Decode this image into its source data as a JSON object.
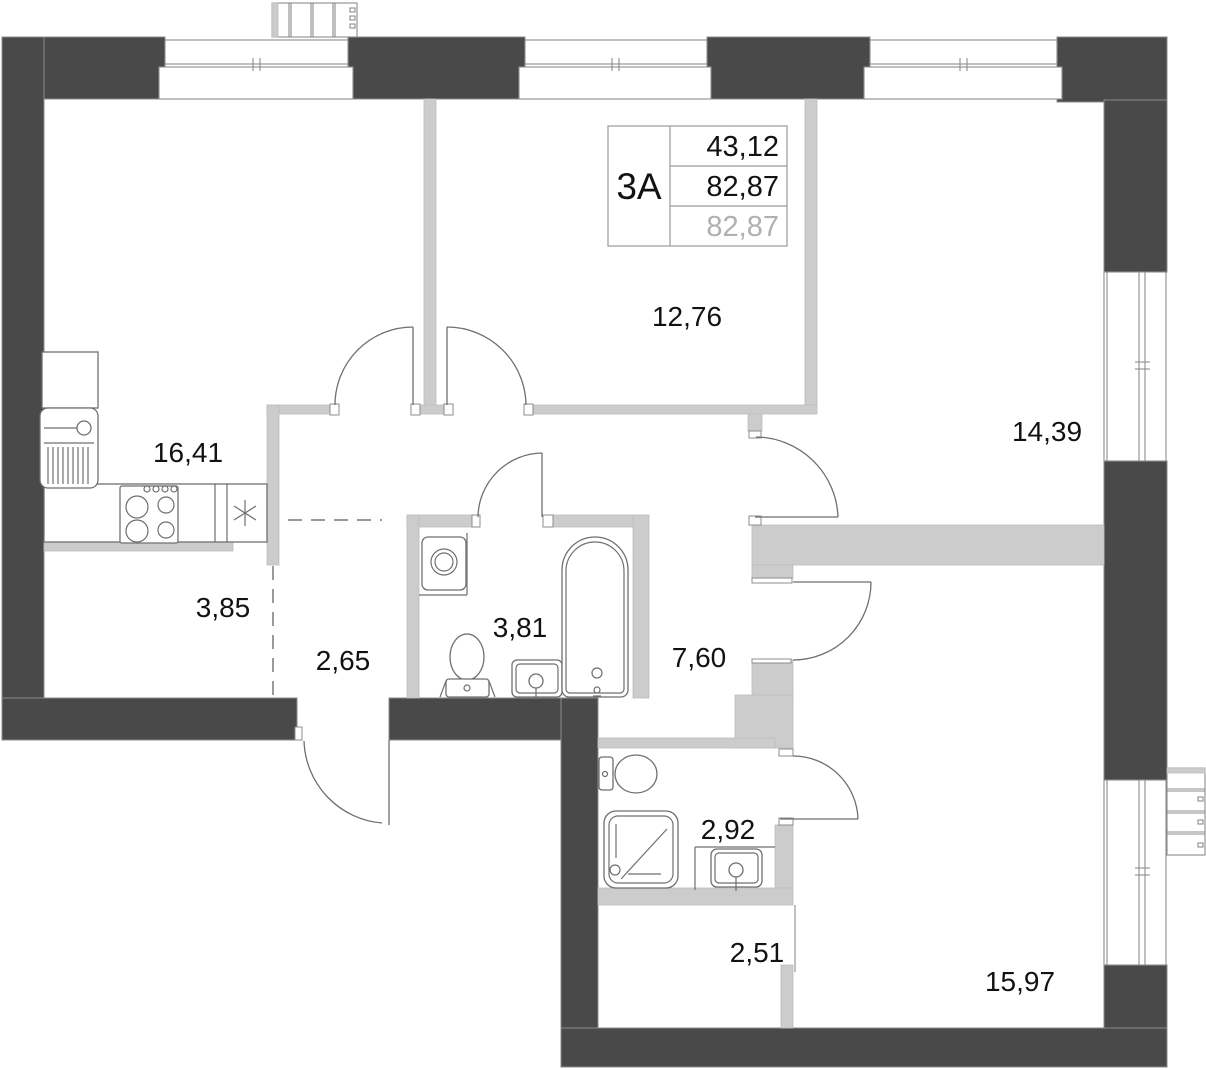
{
  "plan": {
    "info": {
      "unit": "3А",
      "living_area": "43,12",
      "total_area": "82,87",
      "total_area_reduced": "82,87"
    },
    "rooms": [
      {
        "id": "kitchen-living",
        "label": "16,41"
      },
      {
        "id": "room-1",
        "label": "12,76"
      },
      {
        "id": "room-2",
        "label": "14,39"
      },
      {
        "id": "storage",
        "label": "3,85"
      },
      {
        "id": "hallway",
        "label": "2,65"
      },
      {
        "id": "bathroom",
        "label": "3,81"
      },
      {
        "id": "corridor",
        "label": "7,60"
      },
      {
        "id": "shower-room",
        "label": "2,92"
      },
      {
        "id": "wardrobe",
        "label": "2,51"
      },
      {
        "id": "room-3",
        "label": "15,97"
      }
    ],
    "colors": {
      "outer_wall": "#494949",
      "partition": "#cccccc",
      "outline": "#6f6f6f",
      "label": "#121212",
      "muted_value": "#b0b0b0"
    }
  }
}
